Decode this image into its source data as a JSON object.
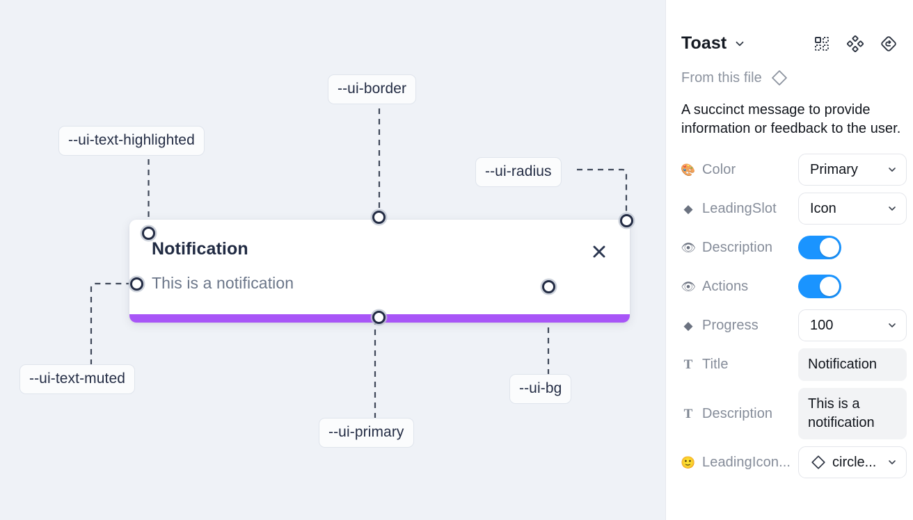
{
  "canvas": {
    "background_color": "#eff2f7",
    "labels": [
      {
        "id": "ui-text-highlighted",
        "text": "--ui-text-highlighted"
      },
      {
        "id": "ui-border",
        "text": "--ui-border"
      },
      {
        "id": "ui-radius",
        "text": "--ui-radius"
      },
      {
        "id": "ui-text-muted",
        "text": "--ui-text-muted"
      },
      {
        "id": "ui-primary",
        "text": "--ui-primary"
      },
      {
        "id": "ui-bg",
        "text": "--ui-bg"
      }
    ]
  },
  "toast": {
    "title": "Notification",
    "description": "This is a notification",
    "close_icon": "close-icon",
    "progress_color": "#a855f7",
    "background_color": "#ffffff"
  },
  "panel": {
    "title": "Toast",
    "title_caret_icon": "chevron-down-icon",
    "header_icons": [
      {
        "name": "component-set-icon"
      },
      {
        "name": "variants-cluster-icon"
      },
      {
        "name": "reset-instance-icon"
      }
    ],
    "from_file": {
      "label": "From this file",
      "icon": "diamond-icon"
    },
    "description": "A succinct message to provide information or feedback to the user.",
    "properties": [
      {
        "icon": "palette-icon",
        "glyph": "🎨",
        "icon_kind": "emoji",
        "label": "Color",
        "control": "select",
        "value": "Primary"
      },
      {
        "icon": "diamond-icon",
        "glyph": "◆",
        "icon_kind": "diamond",
        "label": "LeadingSlot",
        "control": "select",
        "value": "Icon"
      },
      {
        "icon": "eye-icon",
        "glyph": "👁",
        "icon_kind": "emoji",
        "label": "Description",
        "control": "toggle",
        "value": "on"
      },
      {
        "icon": "eye-icon",
        "glyph": "👁",
        "icon_kind": "emoji",
        "label": "Actions",
        "control": "toggle",
        "value": "on"
      },
      {
        "icon": "diamond-icon",
        "glyph": "◆",
        "icon_kind": "diamond",
        "label": "Progress",
        "control": "select",
        "value": "100"
      },
      {
        "icon": "text-icon",
        "glyph": "T",
        "icon_kind": "tglyph",
        "label": "Title",
        "control": "text",
        "value": "Notification"
      },
      {
        "icon": "text-icon",
        "glyph": "T",
        "icon_kind": "tglyph",
        "label": "Description",
        "control": "text",
        "value": "This is a notification"
      },
      {
        "icon": "smiley-icon",
        "glyph": "🙂",
        "icon_kind": "emoji",
        "label": "LeadingIcon...",
        "control": "icon-select",
        "value": "circle..."
      }
    ],
    "toggle_on_color": "#1a94ff"
  }
}
